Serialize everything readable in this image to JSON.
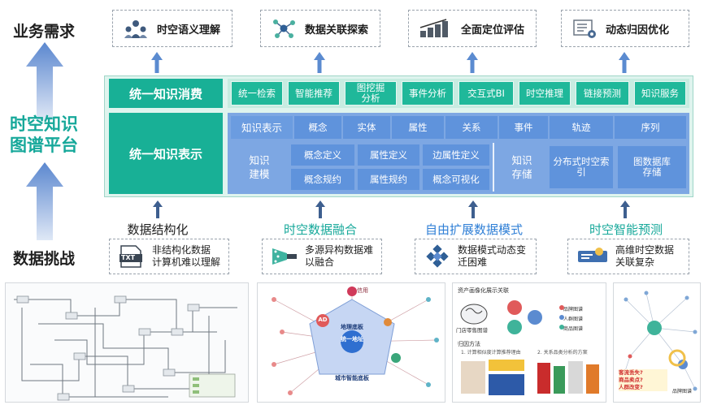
{
  "labels": {
    "business_needs": "业务需求",
    "platform_line1": "时空知识",
    "platform_line2": "图谱平台",
    "data_challenges": "数据挑战"
  },
  "needs": [
    {
      "label": "时空语义理解",
      "icon": "people-network-icon"
    },
    {
      "label": "数据关联探索",
      "icon": "connected-nodes-icon"
    },
    {
      "label": "全面定位评估",
      "icon": "bar-chart-icon"
    },
    {
      "label": "动态归因优化",
      "icon": "list-gear-icon"
    }
  ],
  "consumption": {
    "title": "统一知识消费",
    "items": [
      "统一检索",
      "智能推荐",
      "图挖掘\n分析",
      "事件分析",
      "交互式BI",
      "时空推理",
      "链接预测",
      "知识服务"
    ]
  },
  "representation": {
    "title": "统一知识表示",
    "row_title": "知识表示",
    "row_items": [
      "概念",
      "实体",
      "属性",
      "关系",
      "事件",
      "轨迹",
      "序列"
    ],
    "modeling_title": "知识\n建模",
    "modeling_items": [
      "概念定义",
      "属性定义",
      "边属性定义",
      "概念规约",
      "属性规约",
      "概念可视化"
    ],
    "storage_title": "知识\n存储",
    "storage_items": [
      "分布式时空索\n引",
      "图数据库\n存储"
    ]
  },
  "challenges": [
    {
      "title": "数据结构化",
      "text": "非结构化数据\n计算机难以理解",
      "icon": "txt-file-icon",
      "color": "#1f1f1f"
    },
    {
      "title": "时空数据融合",
      "text": "多源异构数据难\n以融合",
      "icon": "funnel-merge-icon",
      "color": "#16a89a"
    },
    {
      "title": "自由扩展数据模式",
      "text": "数据模式动态变\n迁困难",
      "icon": "cube-cluster-icon",
      "color": "#2f7fd6"
    },
    {
      "title": "时空智能预测",
      "text": "高维时空数据\n关联复杂",
      "icon": "prediction-icon",
      "color": "#16a89a"
    }
  ],
  "icon_text": {
    "txt": "TXT"
  },
  "thumb2": {
    "center_top": "地理底板",
    "center_mid": "统一地址",
    "center_bottom": "城市智能底板",
    "node_ad": "AD",
    "node_top": "信用"
  },
  "thumb3": {
    "header": "资产画像化展示关联",
    "brain_label": "门店零售图谱",
    "legend": [
      "品牌图谱",
      "人群图谱",
      "商品图谱"
    ],
    "method_title": "归因方法",
    "step1": "1. 计算相似度计算推荐理由",
    "step2": "2. 关系品类分析的方案"
  },
  "thumb4": {
    "bubble_text": "客流丢失?\n商品卖点?\n人群改变?",
    "footer": "品牌图谱"
  }
}
